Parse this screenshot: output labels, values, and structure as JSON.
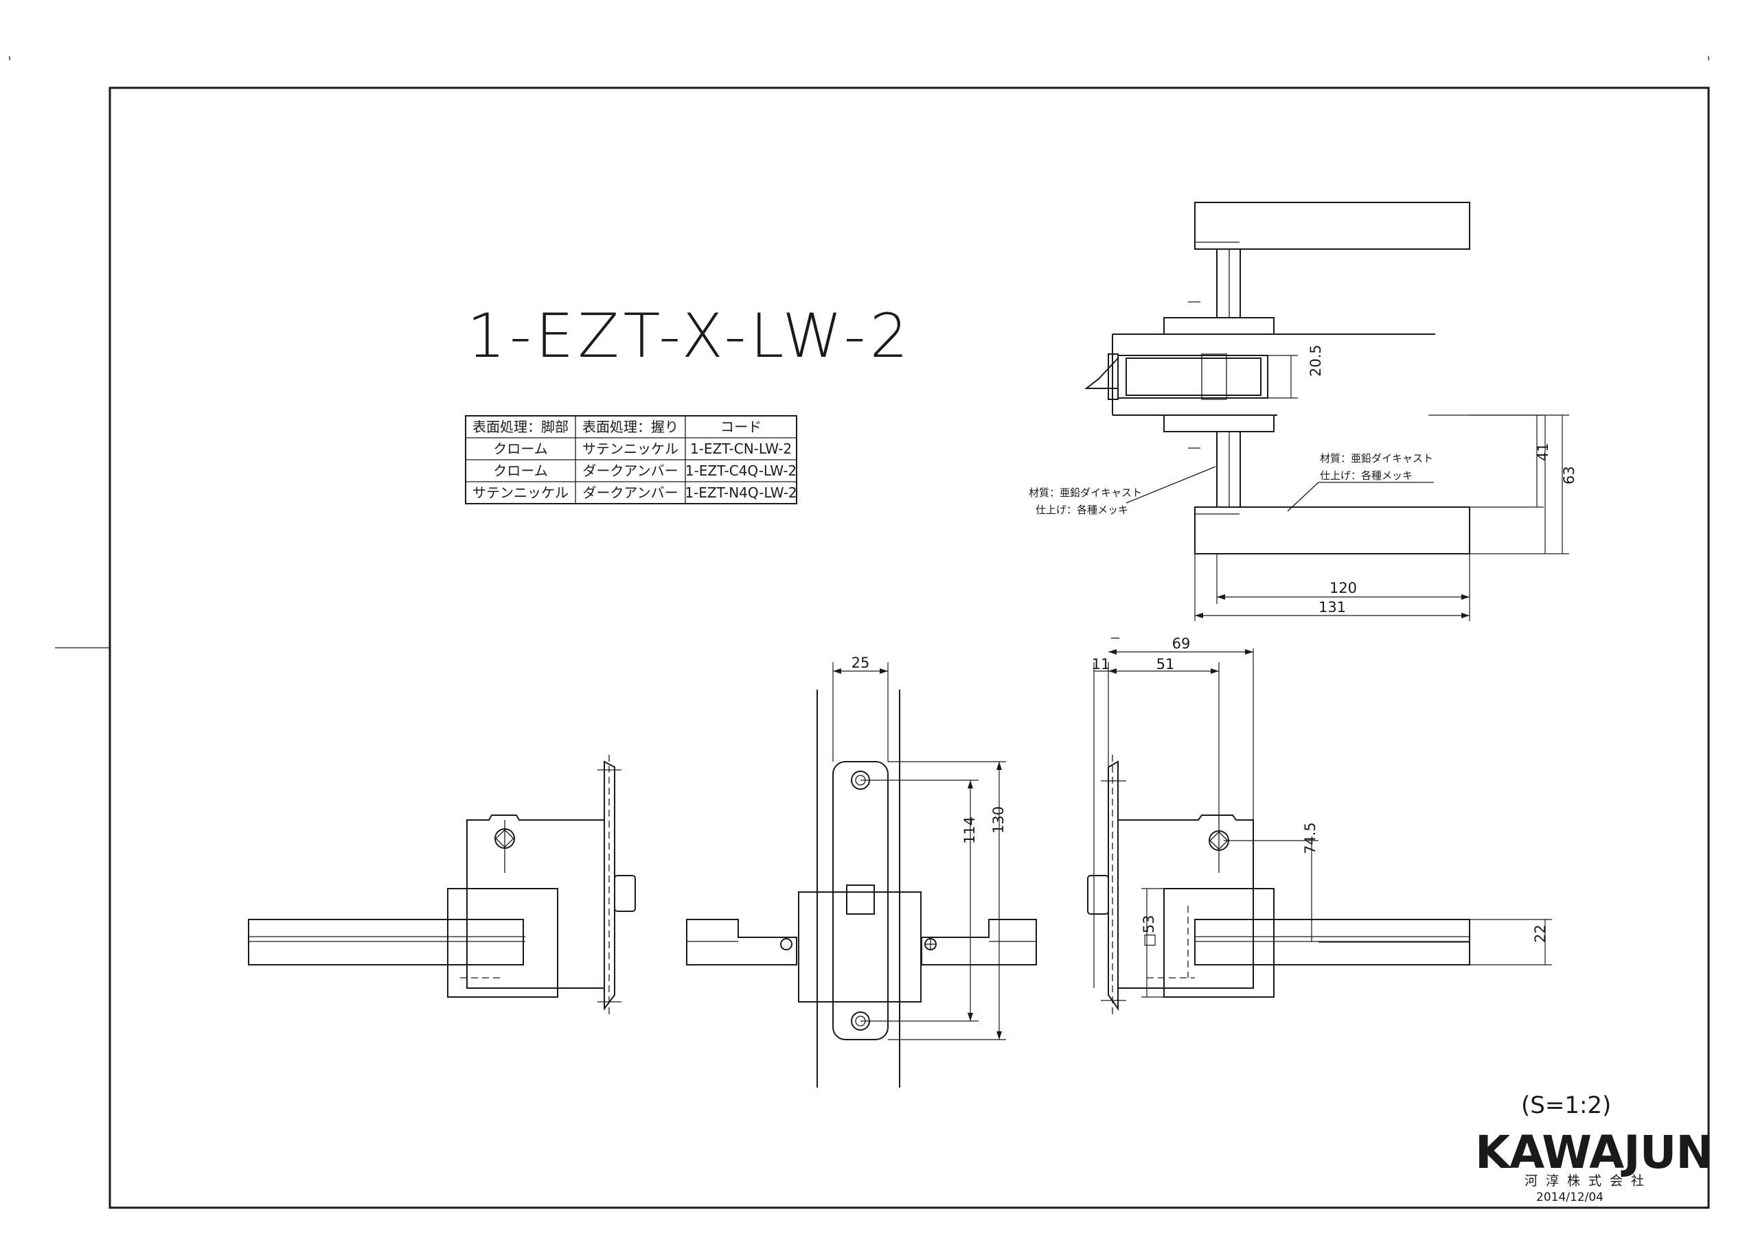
{
  "title": "1-EZT-X-LW-2",
  "table": {
    "headers": [
      "表面処理：脚部",
      "表面処理：握り",
      "コード"
    ],
    "rows": [
      [
        "クローム",
        "サテンニッケル",
        "1-EZT-CN-LW-2"
      ],
      [
        "クローム",
        "ダークアンバー",
        "1-EZT-C4Q-LW-2"
      ],
      [
        "サテンニッケル",
        "ダークアンバー",
        "1-EZT-N4Q-LW-2"
      ]
    ]
  },
  "notes": {
    "right_material": "材質：亜鉛ダイキャスト",
    "right_finish": "仕上げ：各種メッキ",
    "left_material": "材質：亜鉛ダイキャスト",
    "left_finish": "仕上げ：各種メッキ"
  },
  "dimensions": {
    "d20_5": "20.5",
    "d41": "41",
    "d63": "63",
    "d120": "120",
    "d131": "131",
    "d25": "25",
    "d114": "114",
    "d130": "130",
    "d69": "69",
    "d11": "11",
    "d51": "51",
    "d74_5": "74.5",
    "dsq53": "□53",
    "d22": "22"
  },
  "scale": "(S=1:2)",
  "brand": {
    "logo": "KAWAJUN",
    "company": "河淳株式会社",
    "date": "2014/12/04"
  }
}
